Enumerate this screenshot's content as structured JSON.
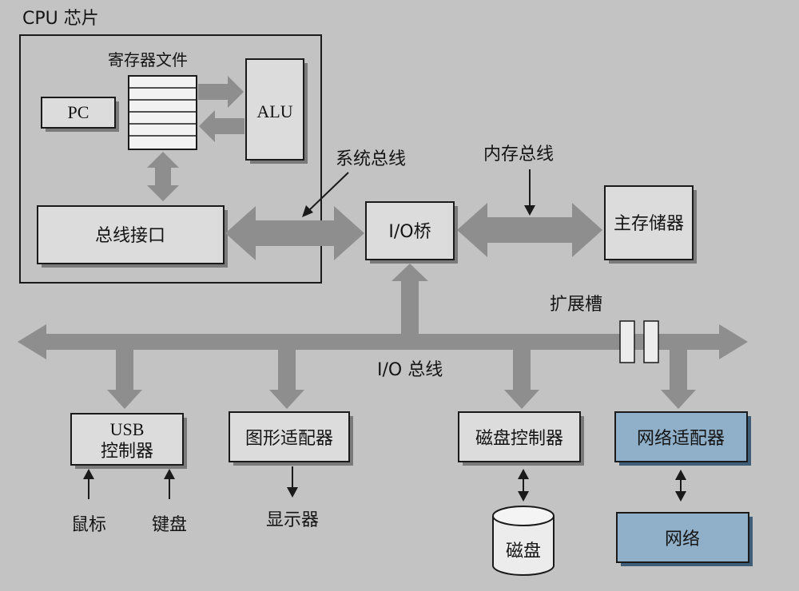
{
  "labels": {
    "cpu_chip": "CPU 芯片",
    "register_file": "寄存器文件",
    "pc": "PC",
    "alu": "ALU",
    "bus_interface": "总线接口",
    "system_bus": "系统总线",
    "memory_bus": "内存总线",
    "io_bridge": "I/O桥",
    "main_memory": "主存储器",
    "expansion_slots": "扩展槽",
    "io_bus": "I/O 总线",
    "usb_controller_line1": "USB",
    "usb_controller_line2": "控制器",
    "graphics_adapter": "图形适配器",
    "disk_controller": "磁盘控制器",
    "network_adapter": "网络适配器",
    "mouse": "鼠标",
    "keyboard": "键盘",
    "display": "显示器",
    "disk": "磁盘",
    "network": "网络"
  },
  "colors": {
    "background": "#c4c3c3",
    "box_fill": "#dddcdc",
    "bus_arrow": "#8e8e8e",
    "highlight_fill": "#8fb0c8",
    "highlight_shadow": "#3e5d78"
  }
}
